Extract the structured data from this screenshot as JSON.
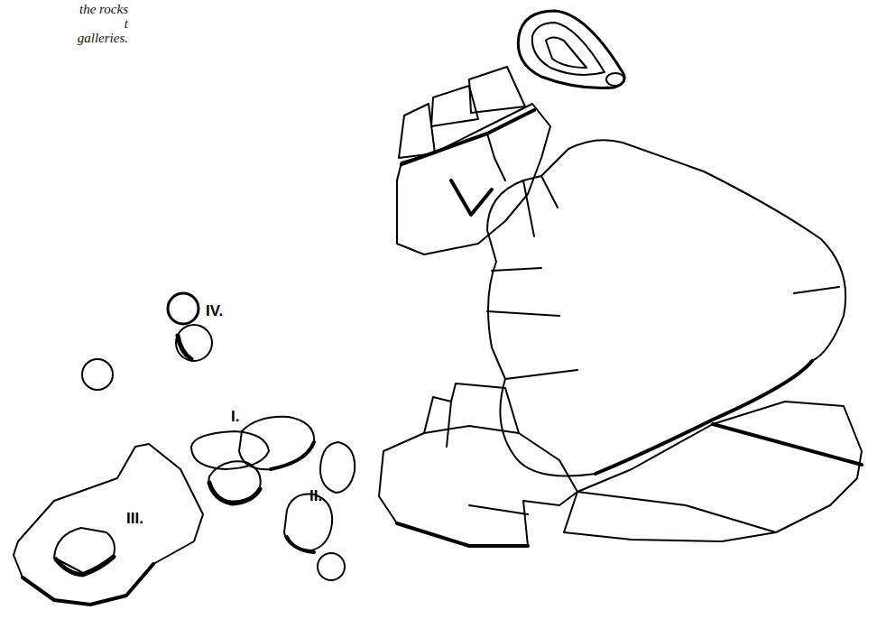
{
  "diagram": {
    "caption": "the rocks t galleries.",
    "nodes": [
      {
        "text": [
          "III."
        ]
      }
    ],
    "labels": [
      "I.",
      "II.",
      "IV."
    ]
  }
}
